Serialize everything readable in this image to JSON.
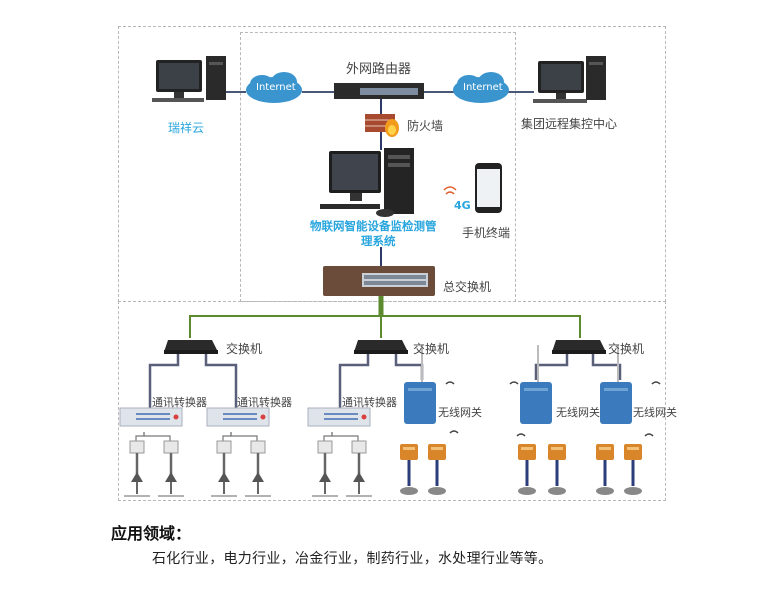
{
  "diagram": {
    "top_section": {
      "router_label": "外网路由器",
      "firewall_label": "防火墙",
      "cloud_left_label": "Internet",
      "cloud_right_label": "Internet",
      "left_pc_label": "瑞祥云",
      "right_pc_label": "集团远程集控中心",
      "center_system_label_line1": "物联网智能设备监检测管",
      "center_system_label_line2": "理系统",
      "mobile_signal_label": "4G",
      "mobile_label": "手机终端",
      "core_switch_label": "总交换机"
    },
    "bottom_section": {
      "switches": [
        {
          "label": "交换机"
        },
        {
          "label": "交换机"
        },
        {
          "label": "交换机"
        }
      ],
      "converters": [
        {
          "label": "通讯转换器"
        },
        {
          "label": "通讯转换器"
        },
        {
          "label": "通讯转换器"
        }
      ],
      "gateways": [
        {
          "label": "无线网关"
        },
        {
          "label": "无线网关"
        },
        {
          "label": "无线网关"
        }
      ]
    },
    "colors": {
      "label_blue": "#2aa6de",
      "trunk_green": "#5b8a2f",
      "cable_gray": "#5a5f7a",
      "gateway_blue": "#3b7bbd",
      "sensor_orange": "#d9862a"
    }
  },
  "application": {
    "heading": "应用领域：",
    "text": "石化行业，电力行业，冶金行业，制药行业，水处理行业等等。"
  }
}
